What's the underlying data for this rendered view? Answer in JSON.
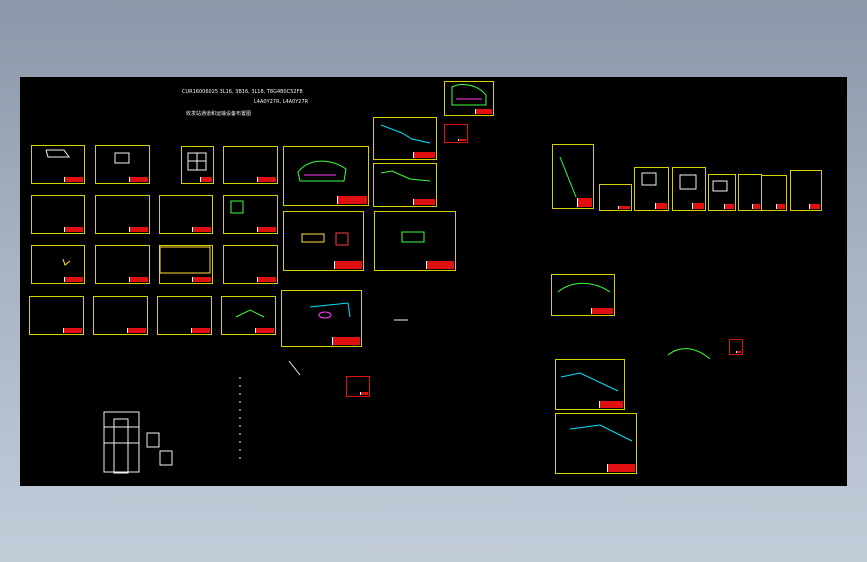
{
  "viewer": {
    "title_line_1": "CUR16006025   3L16, 3B16, 3L18, T8G4B0C52F8",
    "title_line_2": "L4A0Y27R, L4A0Y27R",
    "title_line_3": "收发站通道和运输设备布置图"
  },
  "colors": {
    "background": "#000000",
    "frame": "#d7d000",
    "title_block": "#e01010",
    "drawing_green": "#3cff3c",
    "drawing_cyan": "#00e5ff",
    "drawing_magenta": "#ff3cff"
  }
}
